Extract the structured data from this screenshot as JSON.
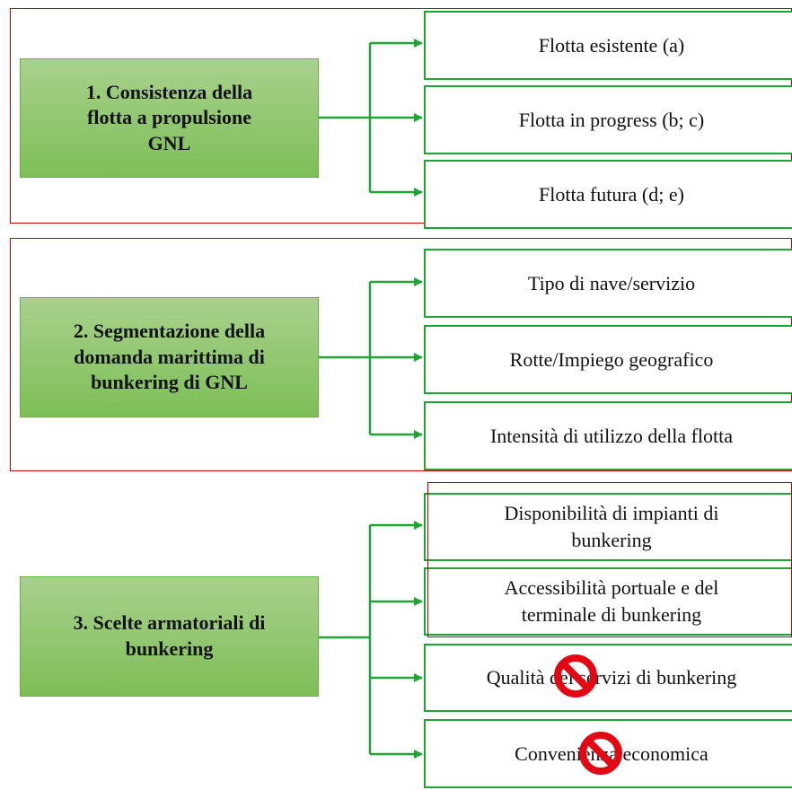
{
  "colors": {
    "frame": "#c00000",
    "main_fill_top": "#a9d18e",
    "main_fill_bottom": "#7cbf55",
    "main_border": "#70ad47",
    "connector": "#21a336",
    "sub_border": "#21a336",
    "prohibited": "#e30613"
  },
  "groups": [
    {
      "main_label": "1. Consistenza della\nflotta a propulsione\nGNL",
      "items": [
        "Flotta esistente (a)",
        "Flotta in progress (b; c)",
        "Flotta futura (d; e)"
      ]
    },
    {
      "main_label": "2. Segmentazione della\ndomanda marittima di\nbunkering di GNL",
      "items": [
        "Tipo di nave/servizio",
        "Rotte/Impiego geografico",
        "Intensità di utilizzo della flotta"
      ]
    },
    {
      "main_label": "3. Scelte armatoriali di\nbunkering",
      "items": [
        "Disponibilità di impianti di\nbunkering",
        "Accessibilità portuale e del\nterminale di bunkering",
        "Qualità dei servizi di bunkering",
        "Convenienza economica"
      ]
    }
  ],
  "icons": {
    "prohibited": "no-entry-icon"
  }
}
